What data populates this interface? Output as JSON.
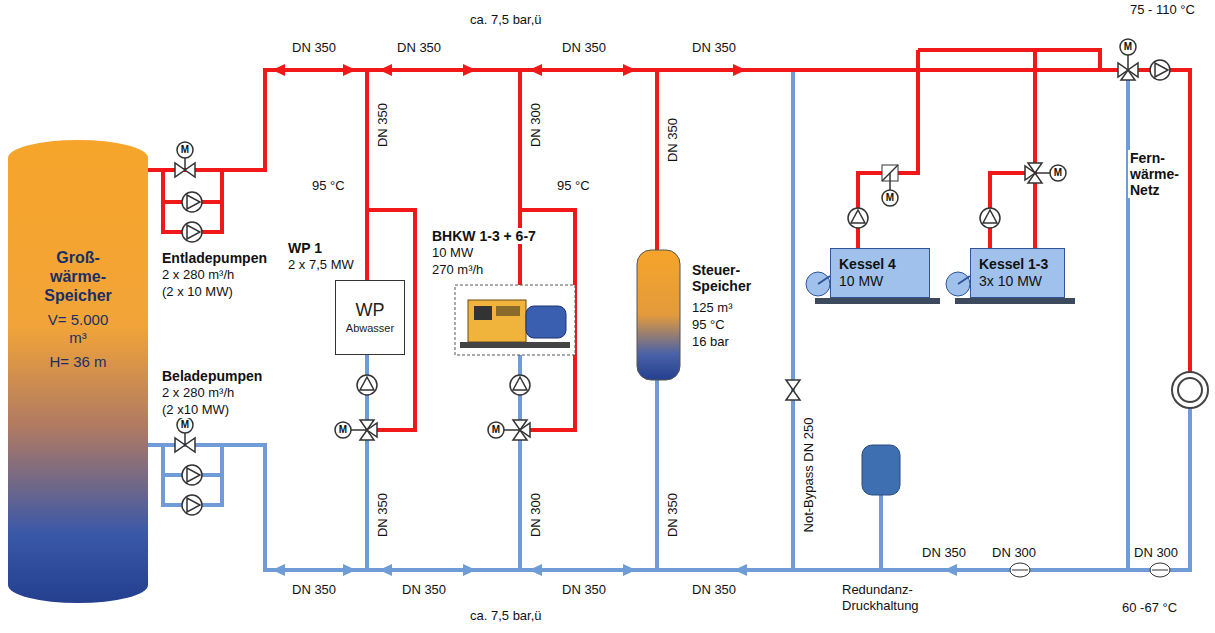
{
  "diagram": {
    "nodes": [
      {
        "text": [
          "Groß- wärme- Speicher",
          "V= 5.000 m³",
          "H= 36 m"
        ]
      },
      {
        "text": [
          "WP",
          "Abwasser"
        ]
      },
      {
        "text": [
          "Kessel 4",
          "10 MW"
        ]
      },
      {
        "text": [
          "Kessel 1-3",
          "3x 10 MW"
        ]
      }
    ],
    "labels": [
      "75 - 110 °C",
      "DN 350",
      "DN 350",
      "ca. 7,5 bar,ü",
      "DN 350",
      "DN 350",
      "DN 350",
      "DN 300",
      "DN 350",
      "95 °C",
      "95 °C",
      "WP 1",
      "2 x 7,5 MW",
      "BHKW 1-3 + 6-7",
      "10 MW",
      "270 m³/h",
      "Steuer- Speicher",
      "125 m³",
      "95 °C",
      "16 bar",
      "Entladepumpen",
      "2 x 280 m³/h",
      "(2 x 10 MW)",
      "Beladepumpen",
      "2 x 280 m³/h",
      "(2 x10 MW)",
      "Not-Bypass DN 250",
      "Fern- wärme- Netz",
      "DN 350",
      "DN 300",
      "DN 350",
      "DN 350",
      "DN 350",
      "ca. 7,5 bar,ü",
      "DN 350",
      "DN 350",
      "DN 350",
      "DN 300",
      "DN 300",
      "Redundanz- Druckhaltung",
      "60 -67 °C",
      "M",
      "M",
      "M",
      "M",
      "M",
      "M",
      "M"
    ]
  }
}
